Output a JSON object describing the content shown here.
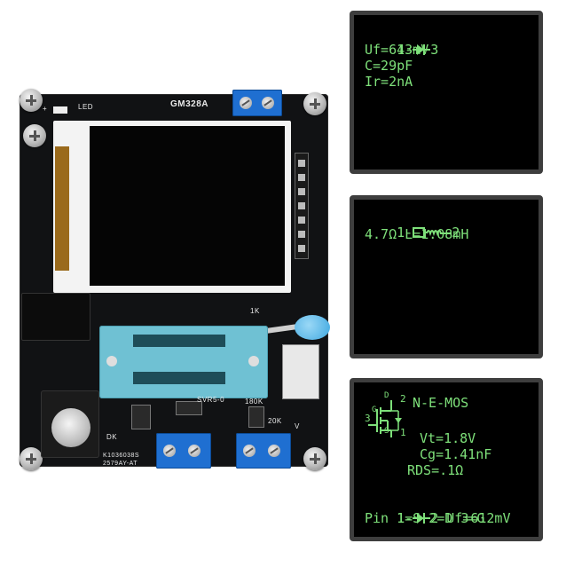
{
  "device": {
    "model_label": "GM328A",
    "led_label": "LED",
    "resistor_label_1k": "1K",
    "resistor_label_180k": "180K",
    "resistor_label_20k": "20K",
    "chip_label": "SVR5-0",
    "board_code_1": "K1036038S",
    "board_code_2": "2579AY-AT",
    "dk_label": "DK",
    "plus_label": "+",
    "v_label": "V"
  },
  "panels": {
    "diode": {
      "header": "1-",
      "header_pin2": "3",
      "uf": "Uf=643mV",
      "c": "C=29pF",
      "ir": "Ir=2nA"
    },
    "inductor": {
      "header": "1-",
      "header_pin2": "2",
      "values": "4.7Ω L=1.08mH"
    },
    "mosfet": {
      "type": "N-E-MOS",
      "vt": "Vt=1.8V",
      "cg": "Cg=1.41nF",
      "rds": "RDS=.1Ω",
      "diode_line_start": "1-",
      "diode_line_rest": "2 Uf=612mV",
      "pins": "Pin 1=S 2=D 3=G",
      "sym_pin_d": "D",
      "sym_pin_2": "2",
      "sym_pin_g": "G",
      "sym_pin_3": "3",
      "sym_pin_s": "S",
      "sym_pin_1": "1"
    }
  },
  "colors": {
    "oled_text": "#7ee07a",
    "pcb": "#111214",
    "terminal": "#1f6fd1",
    "socket": "#6fc1d3"
  }
}
